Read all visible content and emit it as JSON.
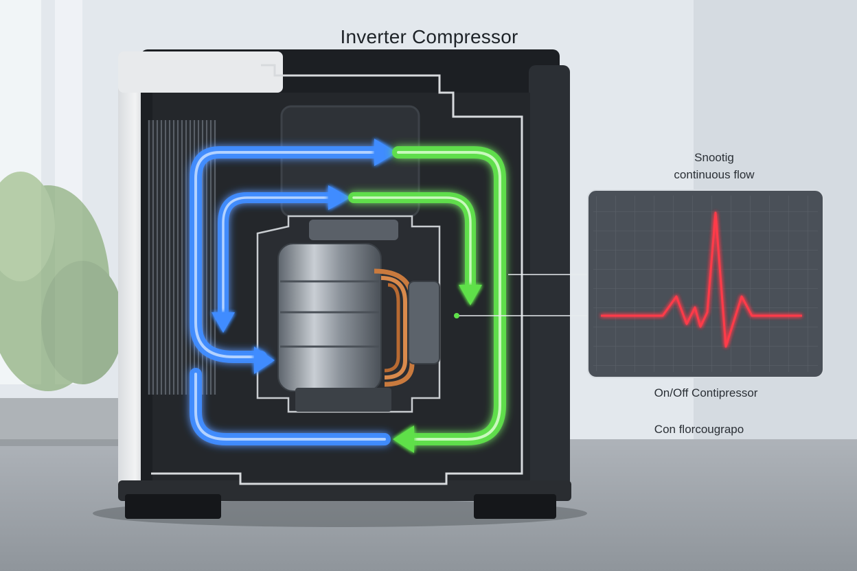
{
  "title": "Inverter Compressor",
  "labels": {
    "smooth_line1": "Snootig",
    "smooth_line2": "continuous flow",
    "onoff": "On/Off Contipressor",
    "con": "Con florcougrapo"
  },
  "colors": {
    "blue_flow": "#3f8cff",
    "green_flow": "#5fe04a",
    "waveform": "#ff3b4a",
    "panel_bg": "#4a5058",
    "unit_body": "#1f2226",
    "copper": "#c97a3e"
  }
}
